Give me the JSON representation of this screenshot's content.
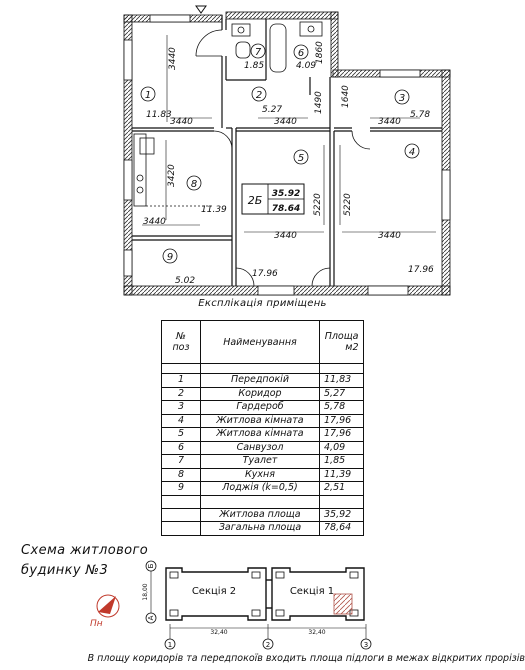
{
  "floorplan": {
    "rooms": [
      {
        "no": "1",
        "area": "11.83"
      },
      {
        "no": "2",
        "area": "5.27"
      },
      {
        "no": "3",
        "area": "5.78"
      },
      {
        "no": "4",
        "area": "17.96"
      },
      {
        "no": "5",
        "area": "17.96"
      },
      {
        "no": "6",
        "area": "4.09"
      },
      {
        "no": "7",
        "area": "1.85"
      },
      {
        "no": "8",
        "area": "11.39"
      },
      {
        "no": "9",
        "area": "5.02"
      }
    ],
    "dimensions": [
      "3440",
      "3440",
      "3440",
      "3440",
      "3440",
      "3440",
      "3440",
      "3420",
      "1490",
      "1640",
      "1860",
      "5220",
      "5220"
    ],
    "apartment_type": "2Б",
    "living_area": "35.92",
    "total_area": "78.64"
  },
  "explication": {
    "title": "Експлікація приміщень",
    "headers": {
      "number": "№ поз",
      "name": "Найменування",
      "area": "Площа м2"
    },
    "rows": [
      {
        "no": "1",
        "name": "Передпокій",
        "area": "11,83"
      },
      {
        "no": "2",
        "name": "Коридор",
        "area": "5,27"
      },
      {
        "no": "3",
        "name": "Гардероб",
        "area": "5,78"
      },
      {
        "no": "4",
        "name": "Житлова кімната",
        "area": "17,96"
      },
      {
        "no": "5",
        "name": "Житлова кімната",
        "area": "17,96"
      },
      {
        "no": "6",
        "name": "Санвузол",
        "area": "4,09"
      },
      {
        "no": "7",
        "name": "Туалет",
        "area": "1,85"
      },
      {
        "no": "8",
        "name": "Кухня",
        "area": "11,39"
      },
      {
        "no": "9",
        "name": "Лоджія (k=0,5)",
        "area": "2,51"
      }
    ],
    "totals": [
      {
        "name": "Житлова площа",
        "area": "35,92"
      },
      {
        "name": "Загальна площа",
        "area": "78,64"
      }
    ]
  },
  "scheme": {
    "title_line1": "Схема житлового",
    "title_line2": "будинку №3",
    "section2": "Секція 2",
    "section1": "Секція 1",
    "axis_b": "Б",
    "axis_a": "А",
    "axis_1": "1",
    "axis_2": "2",
    "axis_3": "3",
    "dim_height": "18,00",
    "dim_width1": "32,40",
    "dim_width2": "32,40",
    "north": "Пн"
  },
  "footnote": "В площу коридорів та передпокоїв входить площа підлоги в межах відкритих прорізів"
}
